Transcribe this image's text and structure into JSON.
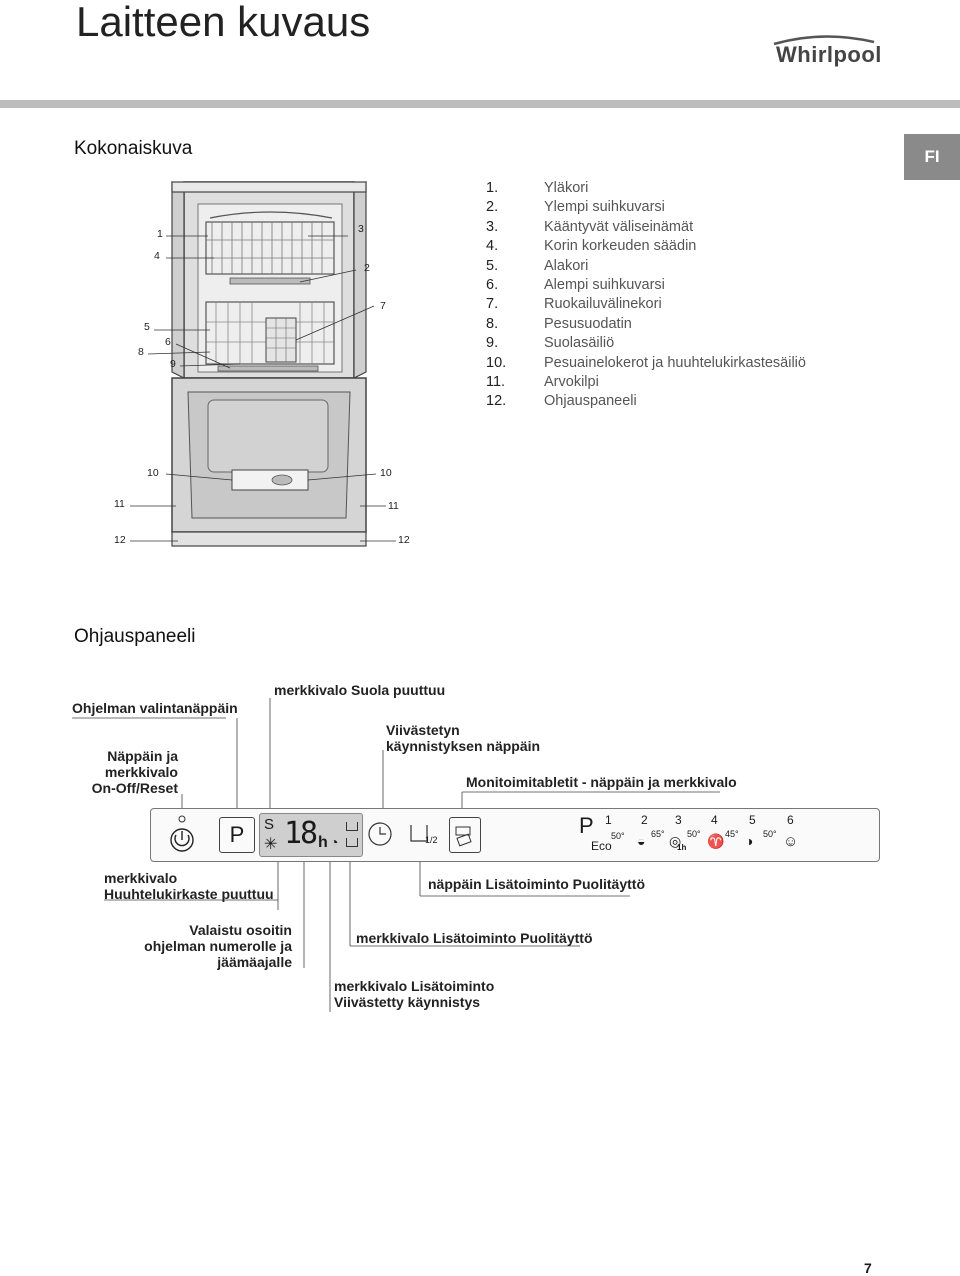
{
  "header": {
    "title": "Laitteen kuvaus",
    "brand": "Whirlpool"
  },
  "language_tab": "FI",
  "overview": {
    "heading": "Kokonaiskuva",
    "parts": [
      {
        "num": "1.",
        "name": "Yläkori"
      },
      {
        "num": "2.",
        "name": "Ylempi suihkuvarsi"
      },
      {
        "num": "3.",
        "name": "Kääntyvät väliseinämät"
      },
      {
        "num": "4.",
        "name": "Korin korkeuden säädin"
      },
      {
        "num": "5.",
        "name": "Alakori"
      },
      {
        "num": "6.",
        "name": "Alempi suihkuvarsi"
      },
      {
        "num": "7.",
        "name": "Ruokailuvälinekori"
      },
      {
        "num": "8.",
        "name": "Pesusuodatin"
      },
      {
        "num": "9.",
        "name": "Suolasäiliö"
      },
      {
        "num": "10.",
        "name": "Pesuainelokerot ja huuhtelukirkastesäiliö"
      },
      {
        "num": "11.",
        "name": "Arvokilpi"
      },
      {
        "num": "12.",
        "name": "Ohjauspaneeli"
      }
    ],
    "callouts": {
      "c1": "1",
      "c2": "2",
      "c3": "3",
      "c4": "4",
      "c5": "5",
      "c6": "6",
      "c7": "7",
      "c8": "8",
      "c9": "9",
      "c10a": "10",
      "c10b": "10",
      "c11a": "11",
      "c11b": "11",
      "c12a": "12",
      "c12b": "12"
    }
  },
  "control_panel": {
    "heading": "Ohjauspaneeli",
    "labels": {
      "program_select": "Ohjelman valintanäppäin",
      "salt": "merkkivalo Suola puuttuu",
      "onoff_1": "Näppäin ja",
      "onoff_2": "merkkivalo",
      "onoff_3": "On-Off/Reset",
      "delay_1": "Viivästetyn",
      "delay_2": "käynnistyksen näppäin",
      "multitab": "Monitoimitabletit - näppäin ja merkkivalo",
      "rinse_1": "merkkivalo",
      "rinse_2": "Huuhtelukirkaste puuttuu",
      "halfload_btn": "näppäin Lisätoiminto Puolitäyttö",
      "display_1": "Valaistu osoitin",
      "display_2": "ohjelman numerolle ja",
      "display_3": "jäämäajalle",
      "halfload_led": "merkkivalo Lisätoiminto Puolitäyttö",
      "delayed_led_1": "merkkivalo Lisätoiminto",
      "delayed_led_2": "Viivästetty käynnistys"
    },
    "panel": {
      "p_btn": "P",
      "display_s": "S",
      "display_digits": "18",
      "display_h": "h",
      "half": "1/2",
      "prog_p": "P",
      "prog_nums": [
        "1",
        "2",
        "3",
        "4",
        "5",
        "6"
      ],
      "eco": "Eco",
      "temps": [
        "50°",
        "65°",
        "50°",
        "45°",
        "50°"
      ],
      "one_h": "1h"
    }
  },
  "footer": {
    "page_number": "7"
  }
}
